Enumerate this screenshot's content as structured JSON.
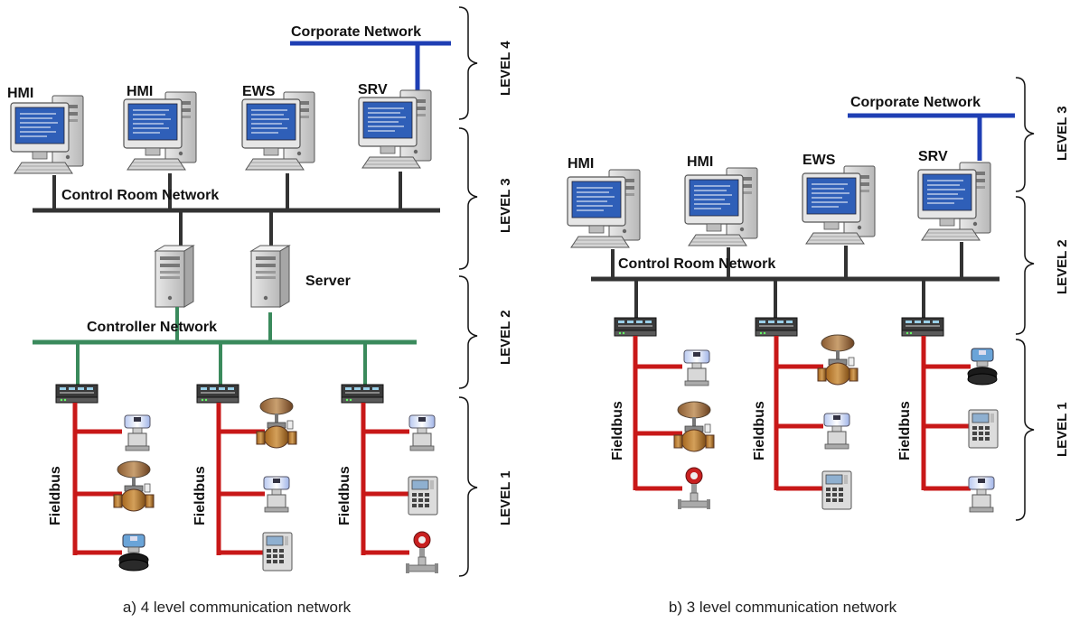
{
  "diagram_a": {
    "caption": "a) 4 level communication network",
    "corporate_network": "Corporate Network",
    "control_room_network": "Control Room Network",
    "server": "Server",
    "controller_network": "Controller Network",
    "workstations": [
      "HMI",
      "HMI",
      "EWS",
      "SRV"
    ],
    "fieldbus": "Fieldbus",
    "levels": [
      "LEVEL 4",
      "LEVEL 3",
      "LEVEL 2",
      "LEVEL 1"
    ]
  },
  "diagram_b": {
    "caption": "b) 3 level communication network",
    "corporate_network": "Corporate Network",
    "control_room_network": "Control Room Network",
    "workstations": [
      "HMI",
      "HMI",
      "EWS",
      "SRV"
    ],
    "fieldbus": "Fieldbus",
    "levels": [
      "LEVEL 3",
      "LEVEL 2",
      "LEVEL 1"
    ]
  },
  "colors": {
    "corporate_network": "#1f3fb4",
    "control_room_network": "#333333",
    "controller_network": "#3a8a5c",
    "fieldbus": "#c81818",
    "screen": "#2f5fb8"
  }
}
